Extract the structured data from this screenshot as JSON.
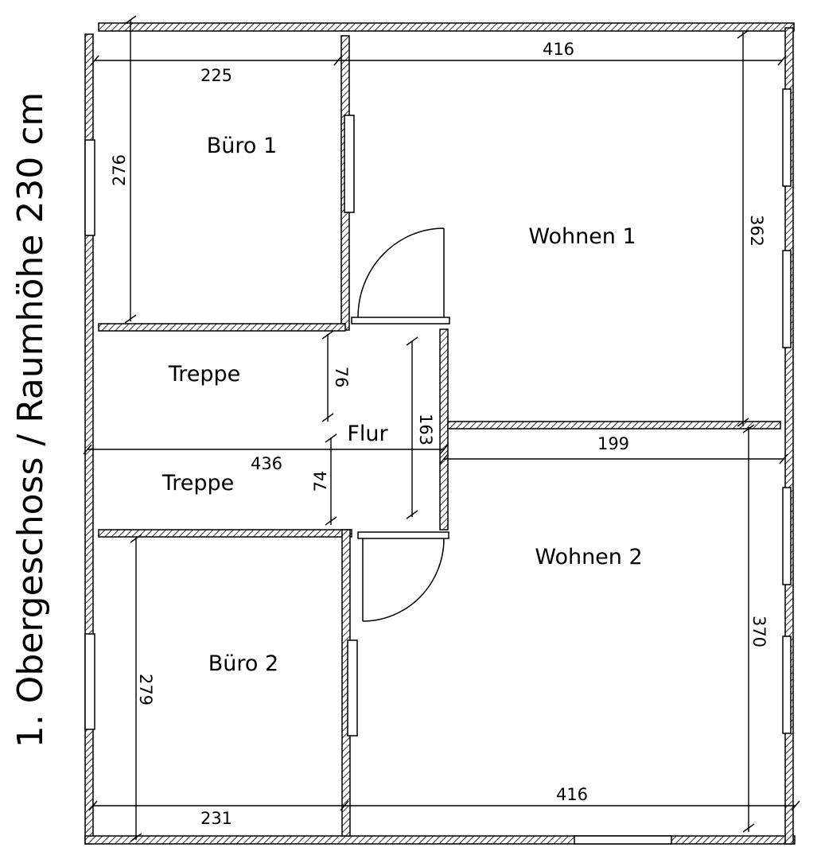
{
  "title": "1. Obergeschoss / Raumhöhe 230 cm",
  "rooms": {
    "buero1": "Büro 1",
    "wohnen1": "Wohnen 1",
    "treppe_upper": "Treppe",
    "flur": "Flur",
    "treppe_lower": "Treppe",
    "wohnen2": "Wohnen 2",
    "buero2": "Büro 2"
  },
  "dimensions": {
    "buero1_width": "225",
    "top_right_width": "416",
    "buero1_depth": "276",
    "wohnen1_depth": "362",
    "stair_upper_depth": "76",
    "flur_depth": "163",
    "total_width": "436",
    "right_segment_width": "199",
    "stair_lower_depth": "74",
    "buero2_depth": "279",
    "wohnen2_depth": "370",
    "buero2_width": "231",
    "bottom_right_width": "416"
  },
  "colors": {
    "line": "#000000",
    "background": "#ffffff"
  }
}
